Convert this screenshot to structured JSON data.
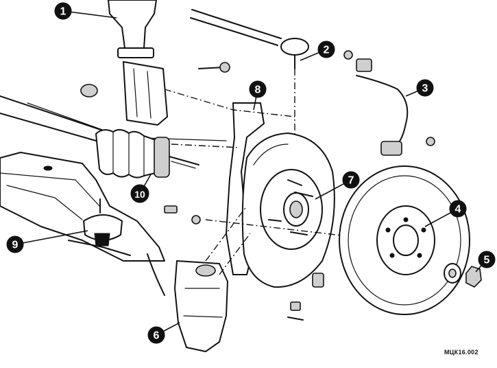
{
  "figure": {
    "code": "МЦК16.002",
    "colors": {
      "ink": "#111111",
      "background": "#ffffff",
      "shade": "#cfcfcf"
    }
  },
  "callouts": [
    {
      "label": "1"
    },
    {
      "label": "2"
    },
    {
      "label": "3"
    },
    {
      "label": "4"
    },
    {
      "label": "5"
    },
    {
      "label": "6"
    },
    {
      "label": "7"
    },
    {
      "label": "8"
    },
    {
      "label": "9"
    },
    {
      "label": "10"
    }
  ]
}
